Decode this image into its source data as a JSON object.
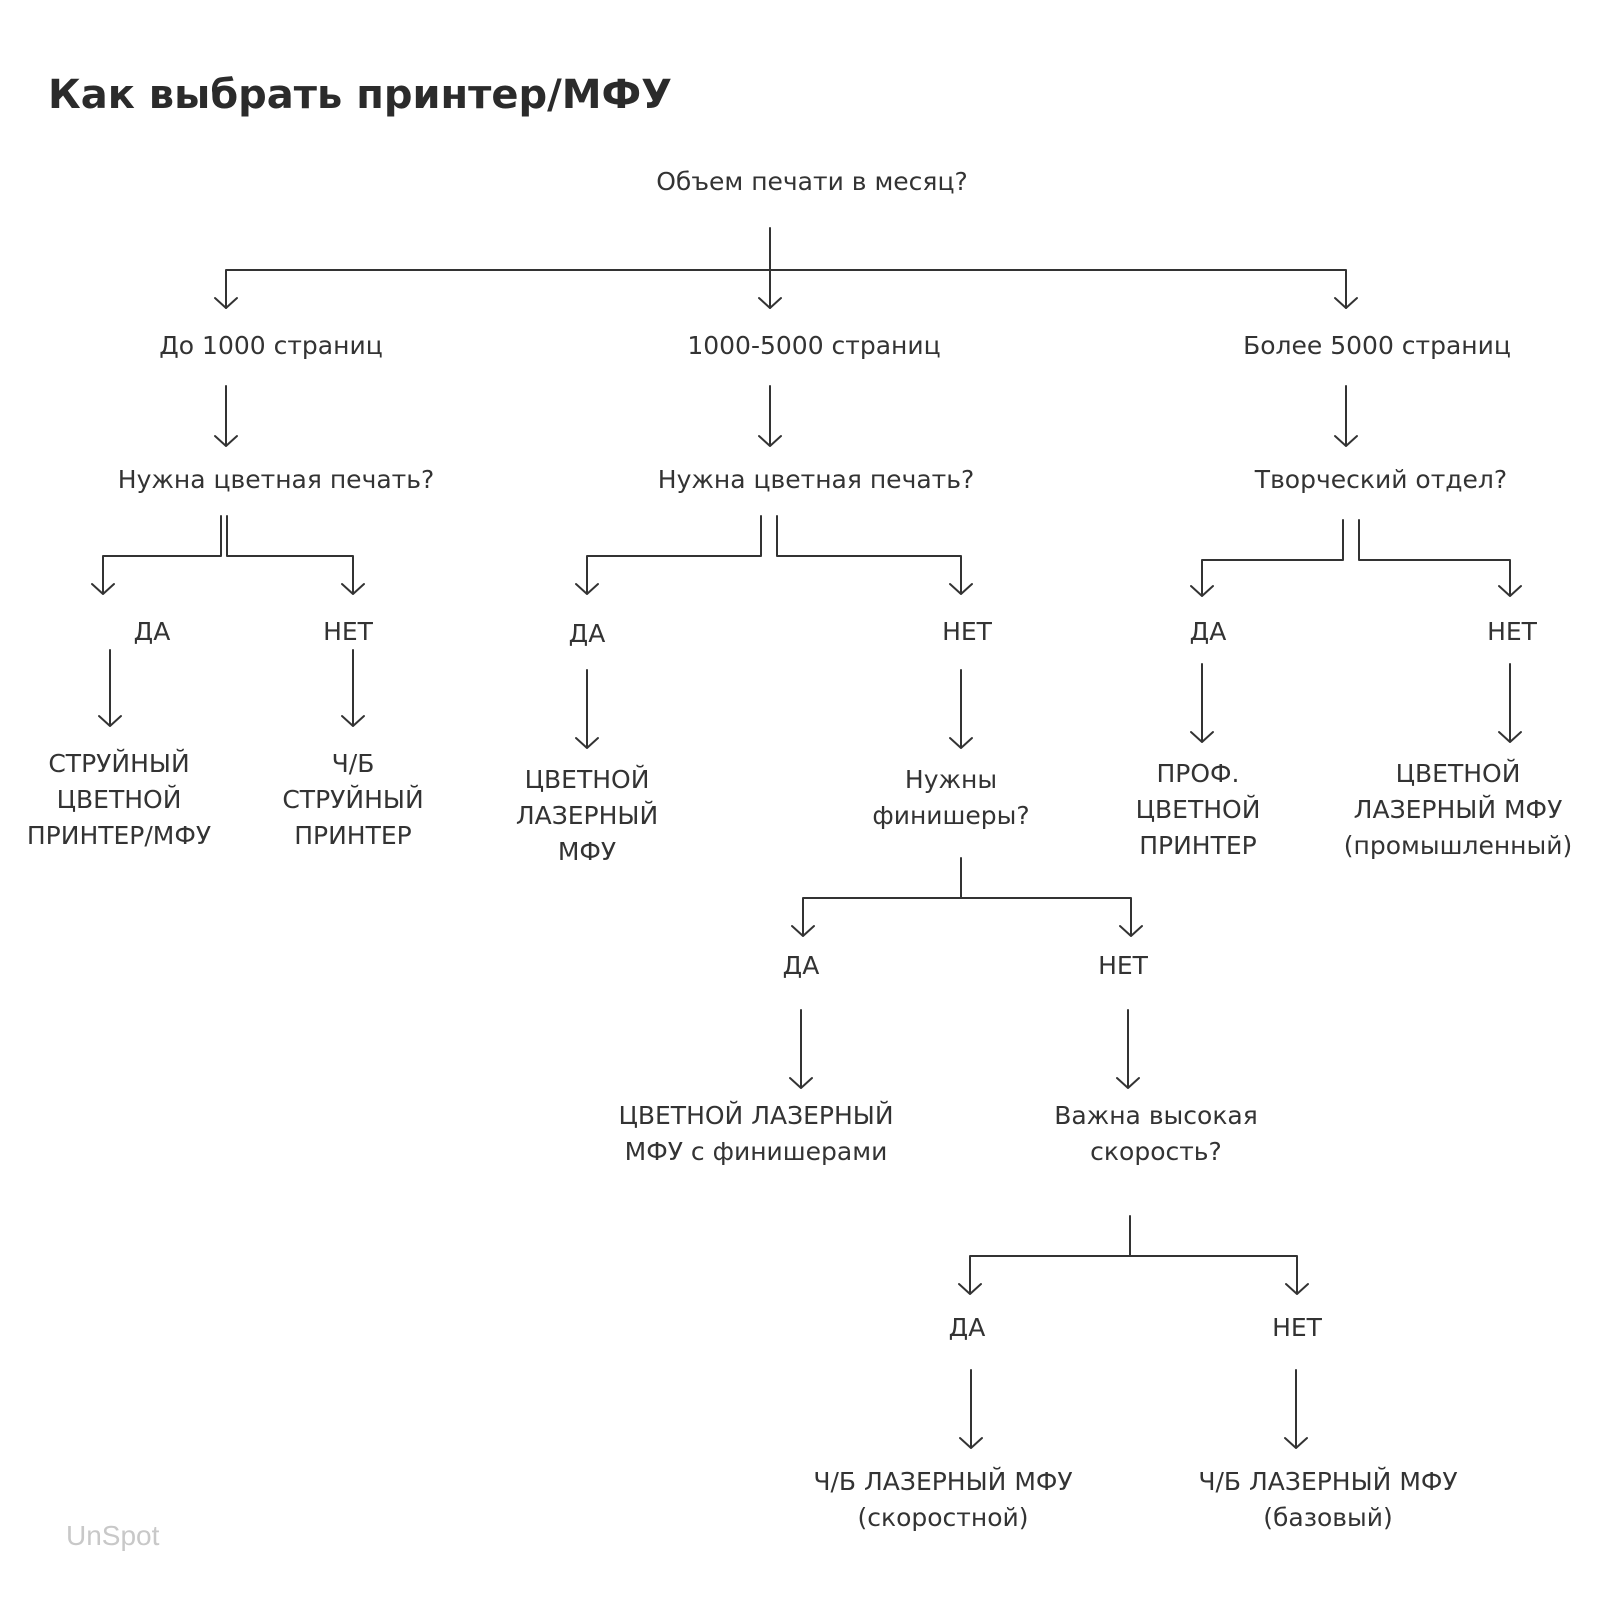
{
  "title": "Как выбрать принтер/МФУ",
  "watermark": "UnSpot",
  "nodes": {
    "root": "Объем печати в месяц?",
    "vol_low": "До 1000 страниц",
    "vol_mid": "1000-5000 страниц",
    "vol_high": "Более 5000 страниц",
    "q_color_low": "Нужна цветная печать?",
    "q_color_mid": "Нужна цветная печать?",
    "q_creative": "Творческий отдел?",
    "low_yes": "ДА",
    "low_no": "НЕТ",
    "mid_yes": "ДА",
    "mid_no": "НЕТ",
    "high_yes": "ДА",
    "high_no": "НЕТ",
    "res_inkjet_color": "СТРУЙНЫЙ\nЦВЕТНОЙ\nПРИНТЕР/МФУ",
    "res_inkjet_bw": "Ч/Б\nСТРУЙНЫЙ\nПРИНТЕР",
    "res_color_laser_mfp": "ЦВЕТНОЙ\nЛАЗЕРНЫЙ\nМФУ",
    "q_finishers": "Нужны\nфинишеры?",
    "res_pro_color": "ПРОФ.\nЦВЕТНОЙ\nПРИНТЕР",
    "res_color_laser_industrial": "ЦВЕТНОЙ\nЛАЗЕРНЫЙ МФУ\n(промышленный)",
    "fin_yes": "ДА",
    "fin_no": "НЕТ",
    "res_color_laser_finishers": "ЦВЕТНОЙ ЛАЗЕРНЫЙ\nМФУ с финишерами",
    "q_speed": "Важна высокая\nскорость?",
    "speed_yes": "ДА",
    "speed_no": "НЕТ",
    "res_bw_laser_fast": "Ч/Б ЛАЗЕРНЫЙ МФУ\n(скоростной)",
    "res_bw_laser_basic": "Ч/Б ЛАЗЕРНЫЙ МФУ\n(базовый)"
  }
}
